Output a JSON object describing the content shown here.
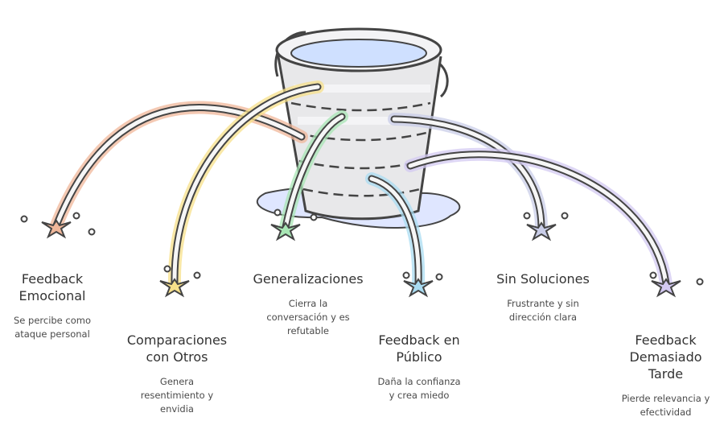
{
  "diagram": {
    "items": [
      {
        "title": "Feedback\nEmocional",
        "desc": "Se percibe como\nataque personal",
        "color": "#f0b79a"
      },
      {
        "title": "Comparaciones\ncon Otros",
        "desc": "Genera\nresentimiento y\nenvidia",
        "color": "#f7e08a"
      },
      {
        "title": "Generalizaciones",
        "desc": "Cierra la\nconversación y es\nrefutable",
        "color": "#a8e6b4"
      },
      {
        "title": "Feedback en\nPúblico",
        "desc": "Daña la confianza\ny crea miedo",
        "color": "#a9dcf2"
      },
      {
        "title": "Sin Soluciones",
        "desc": "Frustrante y sin\ndirección clara",
        "color": "#c9cde8"
      },
      {
        "title": "Feedback\nDemasiado\nTarde",
        "desc": "Pierde relevancia y\nefectividad",
        "color": "#d3c9f2"
      }
    ]
  }
}
